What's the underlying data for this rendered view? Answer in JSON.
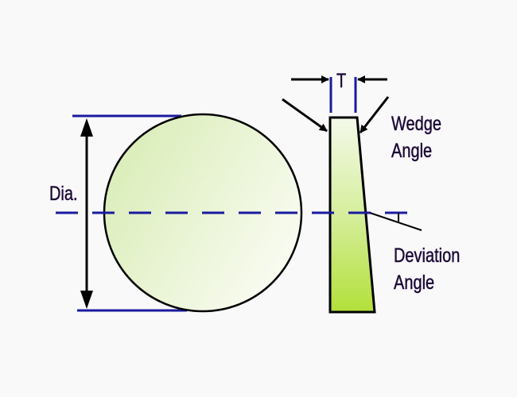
{
  "labels": {
    "diameter": "Dia.",
    "thickness": "T",
    "wedge_angle_line1": "Wedge",
    "wedge_angle_line2": "Angle",
    "deviation_angle_line1": "Deviation",
    "deviation_angle_line2": "Angle"
  },
  "colors": {
    "dimension_line": "#1a1aa0",
    "outline": "#000000",
    "glass_light": "#f4f9ea",
    "glass_dark": "#b2e03a"
  }
}
